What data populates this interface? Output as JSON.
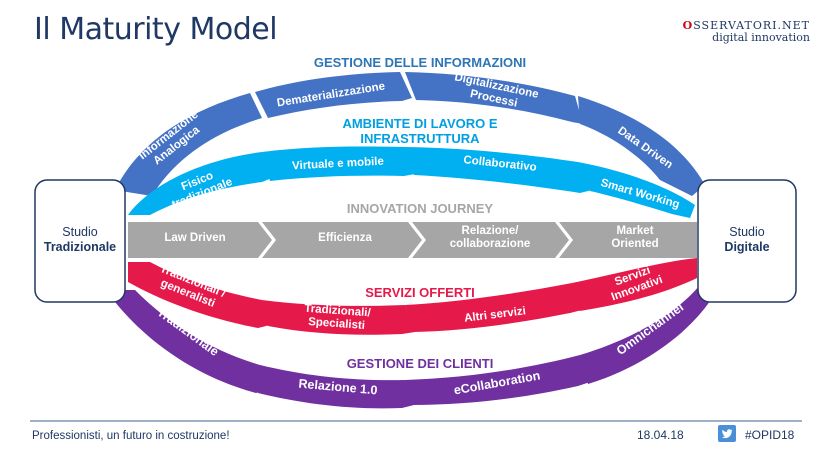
{
  "title": "Il Maturity Model",
  "logo": {
    "line1": "SSERVATORI.NET",
    "line2": "digital innovation"
  },
  "studio_left": {
    "line1": "Studio",
    "line2": "Tradizionale"
  },
  "studio_right": {
    "line1": "Studio",
    "line2": "Digitale"
  },
  "bands": {
    "informazioni": {
      "label": "GESTIONE DELLE INFORMAZIONI",
      "color": "#4472c4",
      "items": [
        [
          "Informazione",
          "Analogica"
        ],
        [
          "Dematerializzazione"
        ],
        [
          "Digitalizzazione",
          "Processi"
        ],
        [
          "Data Driven"
        ]
      ]
    },
    "ambiente": {
      "label_line1": "AMBIENTE DI LAVORO E",
      "label_line2": "INFRASTRUTTURA",
      "color": "#00b0f0",
      "items": [
        [
          "Fisico",
          "tradizionale"
        ],
        [
          "Virtuale e mobile"
        ],
        [
          "Collaborativo"
        ],
        [
          "Smart Working"
        ]
      ]
    },
    "innovation": {
      "label": "INNOVATION JOURNEY",
      "color": "#a6a6a6",
      "items": [
        [
          "Law Driven"
        ],
        [
          "Efficienza"
        ],
        [
          "Relazione/",
          "collaborazione"
        ],
        [
          "Market",
          "Oriented"
        ]
      ]
    },
    "servizi": {
      "label": "SERVIZI OFFERTI",
      "color": "#e6194b",
      "items": [
        [
          "Tradizionali /",
          "generalisti"
        ],
        [
          "Tradizionali/",
          "Specialisti"
        ],
        [
          "Altri servizi"
        ],
        [
          "Servizi",
          "Innovativi"
        ]
      ]
    },
    "clienti": {
      "label": "GESTIONE DEI CLIENTI",
      "color": "#7030a0",
      "items": [
        [
          "Tradizionale"
        ],
        [
          "Relazione 1.0"
        ],
        [
          "eCollaboration"
        ],
        [
          "Omnichannel"
        ]
      ]
    }
  },
  "footer": {
    "left": "Professionisti, un futuro in costruzione!",
    "date": "18.04.18",
    "tag": "#OPID18"
  }
}
